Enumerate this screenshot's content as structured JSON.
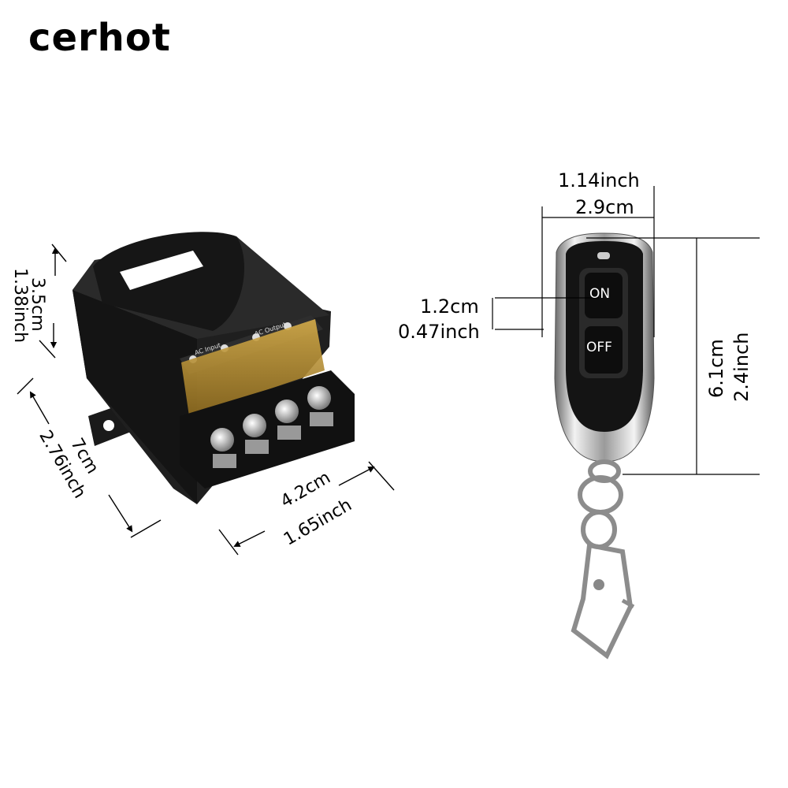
{
  "brand": "cerhot",
  "relay": {
    "height_cm": "3.5cm",
    "height_in": "1.38inch",
    "length_cm": "7cm",
    "length_in": "2.76inch",
    "width_cm": "4.2cm",
    "width_in": "1.65inch",
    "terminal_input": "AC Input",
    "terminal_output": "AC Output"
  },
  "remote": {
    "width_in": "1.14inch",
    "width_cm": "2.9cm",
    "button_cm": "1.2cm",
    "button_in": "0.47inch",
    "height_cm": "6.1cm",
    "height_in": "2.4inch",
    "on_label": "ON",
    "off_label": "OFF"
  }
}
